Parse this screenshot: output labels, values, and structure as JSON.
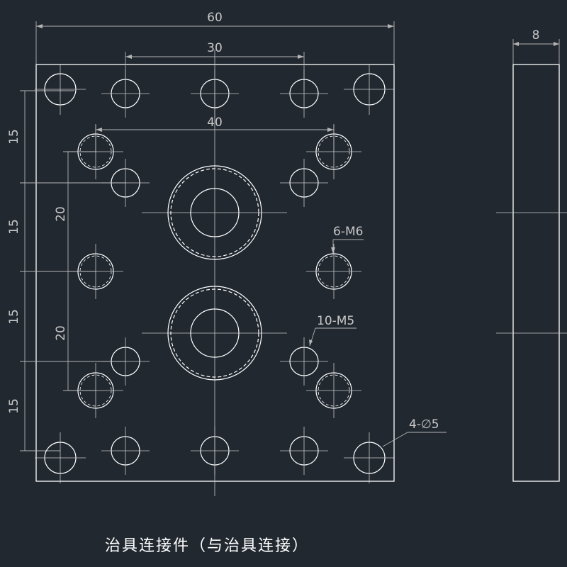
{
  "drawing": {
    "title": "治具连接件（与治具连接）",
    "dimensions": {
      "width_total": "60",
      "top_hole_span": "30",
      "inner_hole_span": "40",
      "side_thickness": "8",
      "left_pitch_1": "15",
      "left_pitch_2": "15",
      "left_pitch_3": "15",
      "left_pitch_4": "15",
      "vertical_span_1": "20",
      "vertical_span_2": "20"
    },
    "callouts": {
      "m6_holes": "6-M6",
      "m5_holes": "10-M5",
      "through_holes": "4-∅5"
    },
    "colors": {
      "background": "#212830",
      "outline": "#ffffff",
      "dimension": "#b4b4b4"
    }
  }
}
